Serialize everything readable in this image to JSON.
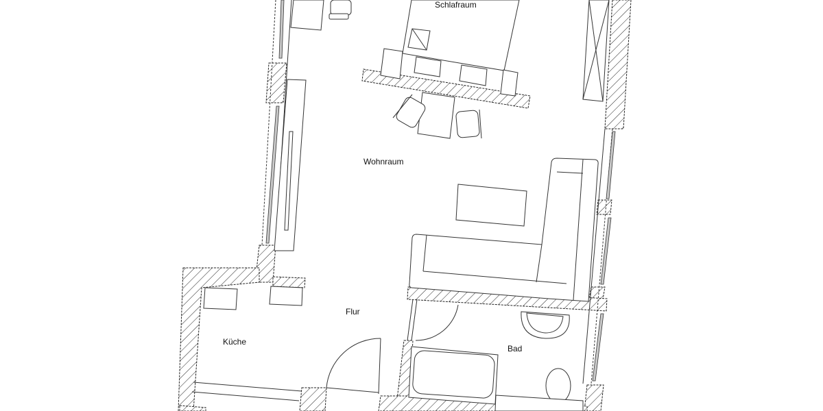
{
  "plan": {
    "type": "floor-plan",
    "rooms": [
      {
        "id": "schlafraum",
        "label": "Schlafraum"
      },
      {
        "id": "wohnraum",
        "label": "Wohnraum"
      },
      {
        "id": "flur",
        "label": "Flur"
      },
      {
        "id": "kueche",
        "label": "Küche"
      },
      {
        "id": "bad",
        "label": "Bad"
      }
    ],
    "colors": {
      "background": "#ffffff",
      "line": "#333333",
      "window_glass": "#c9c9c9"
    }
  }
}
